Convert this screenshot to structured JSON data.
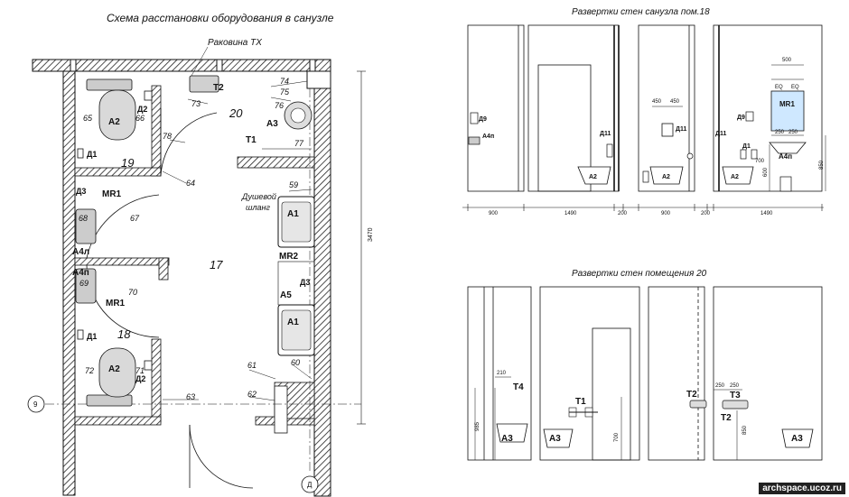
{
  "titles": {
    "plan": "Схема расстановки оборудования в санузле",
    "walls18": "Развертки стен санузла пом.18",
    "walls20": "Развертки стен помещения 20"
  },
  "plan_labels": {
    "sink_tx": "Раковина ТХ",
    "shower_hose_1": "Душевой",
    "shower_hose_2": "шланг",
    "room19": "19",
    "room20": "20",
    "room17": "17",
    "room18": "18",
    "A2_top": "A2",
    "A2_bottom": "A2",
    "D2_top": "Д2",
    "D2_bottom": "Д2",
    "D1_top": "Д1",
    "D1_bottom": "Д1",
    "D3_left": "Д3",
    "D3_right": "Д3",
    "MR1_top": "MR1",
    "MR1_bottom": "MR1",
    "MR2": "MR2",
    "A4l": "A4л",
    "A4p": "A4п",
    "A1_top": "A1",
    "A1_bottom": "A1",
    "A5": "A5",
    "A3": "A3",
    "T1": "T1",
    "T2": "T2",
    "dim_3470": "3470",
    "axis_9": "9",
    "axis_D": "Д"
  },
  "plan_numbers": [
    "65",
    "66",
    "73",
    "74",
    "75",
    "76",
    "77",
    "78",
    "64",
    "59",
    "68",
    "67",
    "69",
    "70",
    "72",
    "71",
    "61",
    "60",
    "62",
    "63"
  ],
  "walls18_labels": {
    "D9_a": "Д9",
    "A4p_a": "A4п",
    "D11_a": "Д11",
    "A2_a": "A2",
    "A2_b": "A2",
    "D11_b": "Д11",
    "D9_c": "Д9",
    "D11_c": "Д11",
    "MR1": "MR1",
    "EQ1": "EQ",
    "EQ2": "EQ",
    "D1": "Д1",
    "A4p_c": "A4п",
    "A2_c": "A2"
  },
  "walls18_dims": {
    "w1": "900",
    "w2": "1490",
    "w3": "200",
    "w4": "900",
    "w5": "200",
    "w6": "1490",
    "d450a": "450",
    "d450b": "450",
    "d500": "500",
    "d250a": "250",
    "d250b": "250",
    "d700": "700",
    "d600": "600",
    "d850": "850"
  },
  "walls20_labels": {
    "T4": "T4",
    "A3_a": "A3",
    "A3_b": "A3",
    "T1": "T1",
    "T2_a": "T2",
    "T3": "T3",
    "T2_b": "T2",
    "A3_c": "A3"
  },
  "walls20_dims": {
    "d210": "210",
    "d985": "985",
    "d700": "700",
    "d250a": "250",
    "d250b": "250",
    "d850": "850"
  },
  "watermark": "archspace.ucoz.ru"
}
